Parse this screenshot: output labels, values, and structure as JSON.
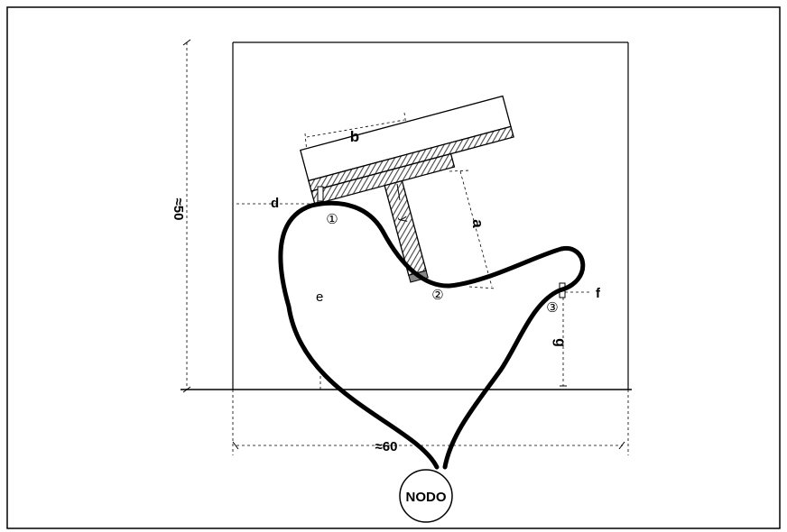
{
  "labels": {
    "a": "a",
    "b": "b",
    "d": "d",
    "e": "e",
    "f": "f",
    "g": "g",
    "y": "y",
    "height": "≈50",
    "width": "≈60",
    "node": "NODO",
    "point1": "①",
    "point2": "②",
    "point3": "③"
  },
  "colors": {
    "line": "#000000",
    "hatch": "#555555",
    "background": "#ffffff"
  }
}
